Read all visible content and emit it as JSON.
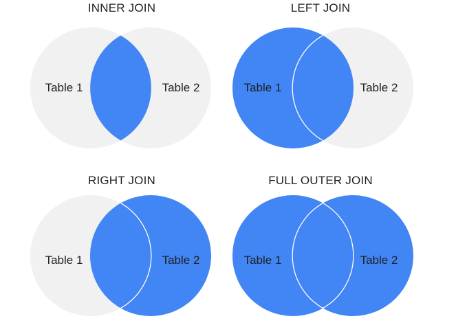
{
  "colors": {
    "highlight": "#4285f4",
    "base": "#f1f1f1",
    "separator": "#ffffff"
  },
  "diagrams": [
    {
      "title": "INNER JOIN",
      "left_label": "Table 1",
      "right_label": "Table 2"
    },
    {
      "title": "LEFT JOIN",
      "left_label": "Table 1",
      "right_label": "Table 2"
    },
    {
      "title": "RIGHT JOIN",
      "left_label": "Table 1",
      "right_label": "Table 2"
    },
    {
      "title": "FULL OUTER JOIN",
      "left_label": "Table 1",
      "right_label": "Table 2"
    }
  ]
}
